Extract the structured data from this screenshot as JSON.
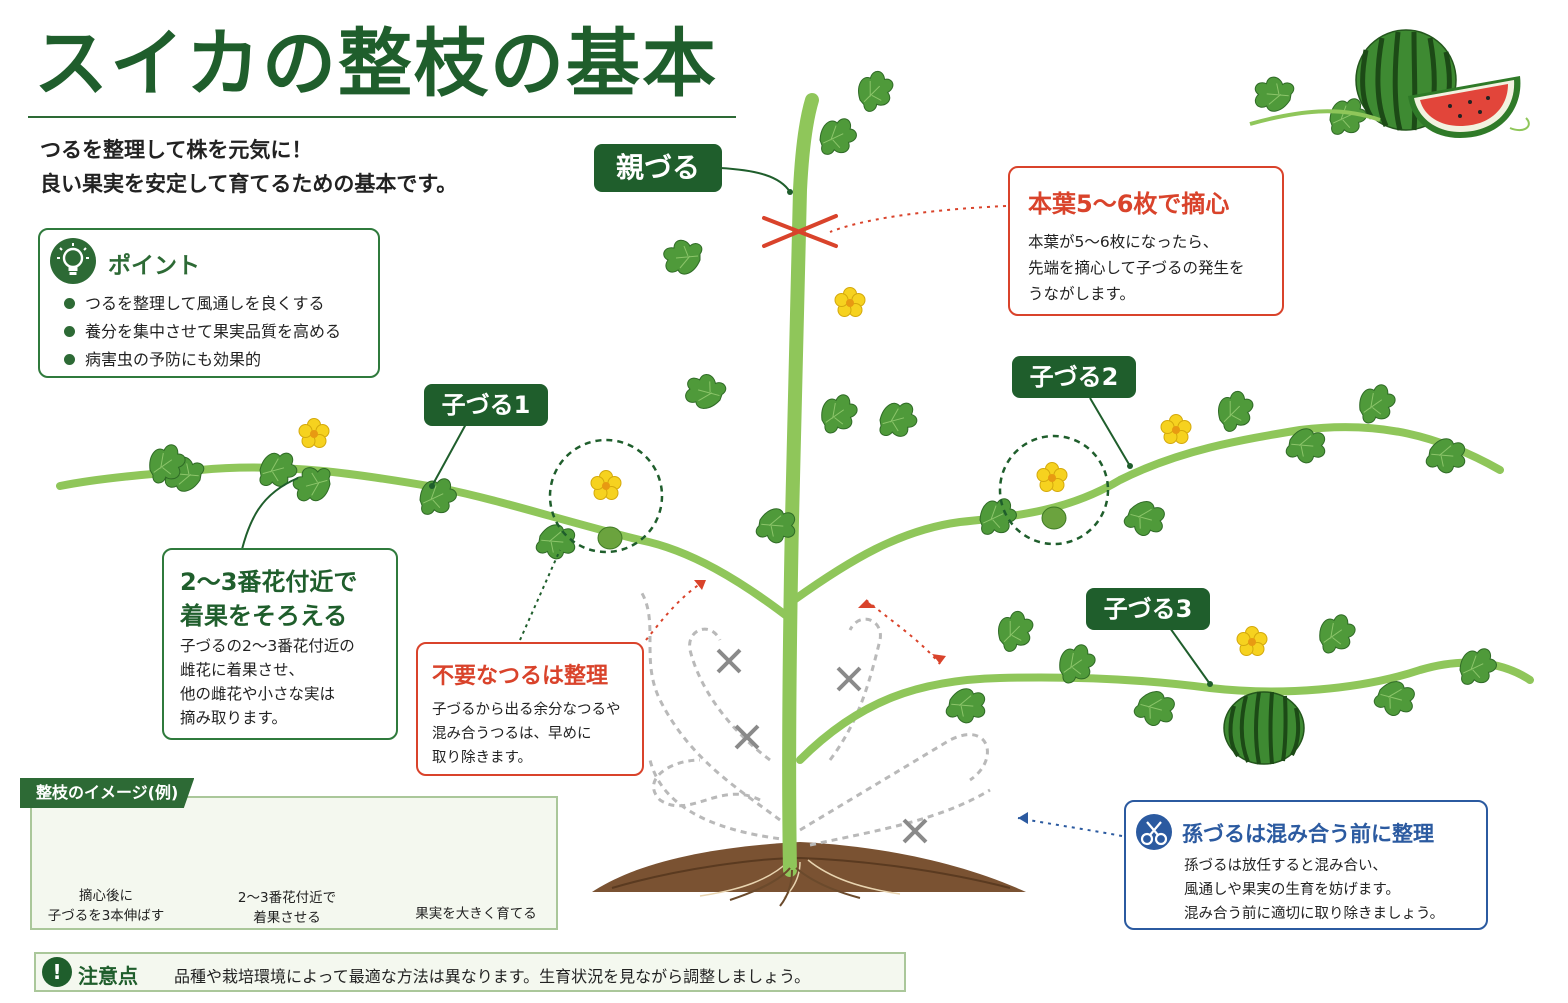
{
  "title": "スイカの整枝の基本",
  "intro": {
    "line1": "つるを整理して株を元気に！",
    "line2": "良い果実を安定して育てるための基本です。"
  },
  "point": {
    "title": "ポイント",
    "icon": "lightbulb-icon",
    "items": [
      "つるを整理して風通しを良くする",
      "養分を集中させて果実品質を高める",
      "病害虫の予防にも効果的"
    ]
  },
  "labels": {
    "oyazuru": "親づる",
    "kozuru1": "子づる1",
    "kozuru2": "子づる2",
    "kozuru3": "子づる3"
  },
  "tekishin": {
    "title": "本葉5～6枚で摘心",
    "lines": [
      "本葉が5～6枚になったら、",
      "先端を摘心して子づるの発生を",
      "うながします。"
    ]
  },
  "chakka": {
    "title_line1": "2～3番花付近で",
    "title_line2": "着果をそろえる",
    "lines": [
      "子づるの2～3番花付近の",
      "雌花に着果させ、",
      "他の雌花や小さな実は",
      "摘み取ります。"
    ]
  },
  "fuyou": {
    "title": "不要なつるは整理",
    "lines": [
      "子づるから出る余分なつるや",
      "混み合うつるは、早めに",
      "取り除きます。"
    ]
  },
  "magozuru": {
    "title": "孫づるは混み合う前に整理",
    "icon": "scissors-icon",
    "lines": [
      "孫づるは放任すると混み合い、",
      "風通しや果実の生育を妨げます。",
      "混み合う前に適切に取り除きましょう。"
    ]
  },
  "image_example": {
    "tag": "整枝のイメージ(例)",
    "steps": [
      {
        "line1": "摘心後に",
        "line2": "子づるを3本伸ばす"
      },
      {
        "line1": "2～3番花付近で",
        "line2": "着果させる"
      },
      {
        "line1": "果実を大きく育てる",
        "line2": ""
      }
    ]
  },
  "notice": {
    "label": "注意点",
    "text": "品種や栽培環境によって最適な方法は異なります。生育状況を見ながら調整しましょう。"
  },
  "colors": {
    "dark_green": "#1f5e2c",
    "vine_green": "#8fc65a",
    "leaf_green": "#4f9a3a",
    "flower_yellow": "#f6d21f",
    "accent_red": "#d9432b",
    "accent_blue": "#2b5aa0",
    "soil_brown": "#7a5232"
  }
}
